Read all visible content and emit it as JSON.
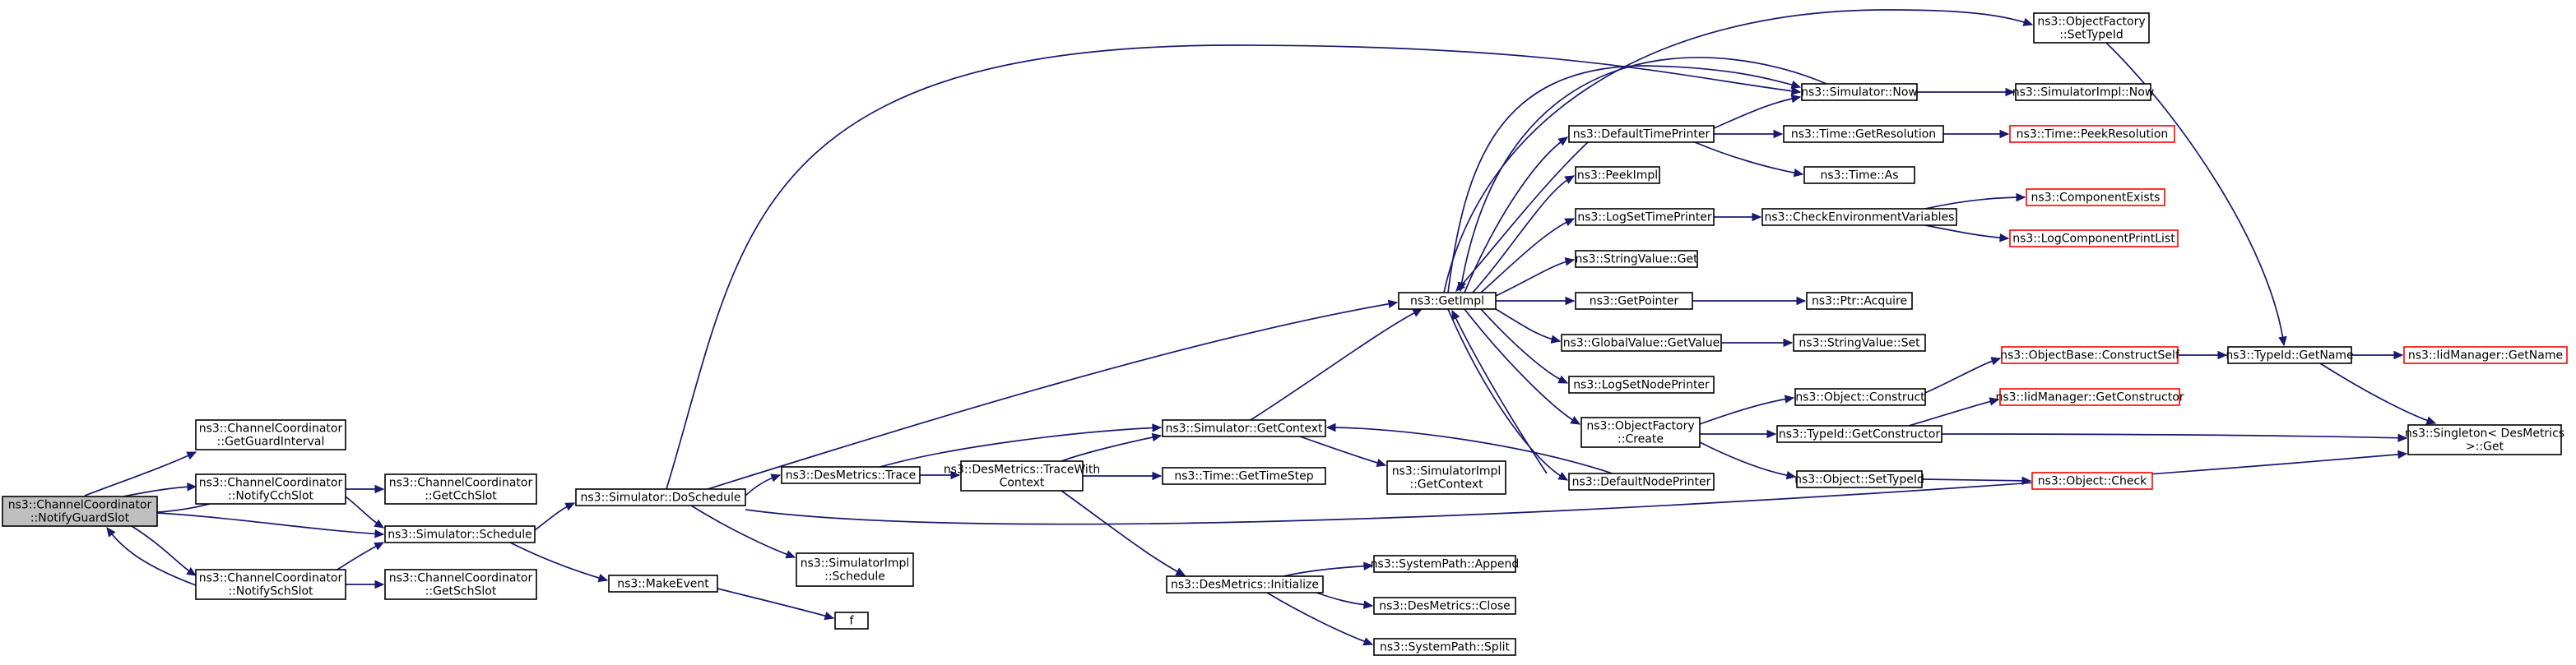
{
  "graph": {
    "edge_color": "#191970",
    "root_fill": "#bfbfbf",
    "truncated_border": "#ff0000",
    "nodes": [
      {
        "id": "root",
        "lines": [
          "ns3::ChannelCoordinator",
          "::NotifyGuardSlot"
        ],
        "style": "root"
      },
      {
        "id": "getguard",
        "lines": [
          "ns3::ChannelCoordinator",
          "::GetGuardInterval"
        ]
      },
      {
        "id": "notifycch",
        "lines": [
          "ns3::ChannelCoordinator",
          "::NotifyCchSlot"
        ]
      },
      {
        "id": "notifysch",
        "lines": [
          "ns3::ChannelCoordinator",
          "::NotifySchSlot"
        ]
      },
      {
        "id": "getcch",
        "lines": [
          "ns3::ChannelCoordinator",
          "::GetCchSlot"
        ]
      },
      {
        "id": "getsch",
        "lines": [
          "ns3::ChannelCoordinator",
          "::GetSchSlot"
        ]
      },
      {
        "id": "schedule",
        "lines": [
          "ns3::Simulator::Schedule"
        ]
      },
      {
        "id": "doschedule",
        "lines": [
          "ns3::Simulator::DoSchedule"
        ]
      },
      {
        "id": "makeevent",
        "lines": [
          "ns3::MakeEvent"
        ]
      },
      {
        "id": "f",
        "lines": [
          "f"
        ]
      },
      {
        "id": "desTrace",
        "lines": [
          "ns3::DesMetrics::Trace"
        ]
      },
      {
        "id": "implSchedule",
        "lines": [
          "ns3::SimulatorImpl",
          "::Schedule"
        ]
      },
      {
        "id": "traceWith",
        "lines": [
          "ns3::DesMetrics::TraceWith",
          "Context"
        ]
      },
      {
        "id": "getContext",
        "lines": [
          "ns3::Simulator::GetContext"
        ]
      },
      {
        "id": "timeStep",
        "lines": [
          "ns3::Time::GetTimeStep"
        ]
      },
      {
        "id": "implGetContext",
        "lines": [
          "ns3::SimulatorImpl",
          "::GetContext"
        ]
      },
      {
        "id": "desInit",
        "lines": [
          "ns3::DesMetrics::Initialize"
        ]
      },
      {
        "id": "append",
        "lines": [
          "ns3::SystemPath::Append"
        ]
      },
      {
        "id": "desClose",
        "lines": [
          "ns3::DesMetrics::Close"
        ]
      },
      {
        "id": "split",
        "lines": [
          "ns3::SystemPath::Split"
        ]
      },
      {
        "id": "getImpl",
        "lines": [
          "ns3::GetImpl"
        ]
      },
      {
        "id": "defTimePrinter",
        "lines": [
          "ns3::DefaultTimePrinter"
        ]
      },
      {
        "id": "peekImpl",
        "lines": [
          "ns3::PeekImpl"
        ]
      },
      {
        "id": "logSetTime",
        "lines": [
          "ns3::LogSetTimePrinter"
        ]
      },
      {
        "id": "strGet",
        "lines": [
          "ns3::StringValue::Get"
        ]
      },
      {
        "id": "getPointer",
        "lines": [
          "ns3::GetPointer"
        ]
      },
      {
        "id": "gvGet",
        "lines": [
          "ns3::GlobalValue::GetValue"
        ]
      },
      {
        "id": "logSetNode",
        "lines": [
          "ns3::LogSetNodePrinter"
        ]
      },
      {
        "id": "ofCreate",
        "lines": [
          "ns3::ObjectFactory",
          "::Create"
        ]
      },
      {
        "id": "defNodePrinter",
        "lines": [
          "ns3::DefaultNodePrinter"
        ]
      },
      {
        "id": "simNow",
        "lines": [
          "ns3::Simulator::Now"
        ]
      },
      {
        "id": "implNow",
        "lines": [
          "ns3::SimulatorImpl::Now"
        ]
      },
      {
        "id": "getRes",
        "lines": [
          "ns3::Time::GetResolution"
        ]
      },
      {
        "id": "peekRes",
        "lines": [
          "ns3::Time::PeekResolution"
        ],
        "style": "red"
      },
      {
        "id": "timeAs",
        "lines": [
          "ns3::Time::As"
        ]
      },
      {
        "id": "checkEnv",
        "lines": [
          "ns3::CheckEnvironmentVariables"
        ]
      },
      {
        "id": "compExists",
        "lines": [
          "ns3::ComponentExists"
        ],
        "style": "red"
      },
      {
        "id": "logCompList",
        "lines": [
          "ns3::LogComponentPrintList"
        ],
        "style": "red"
      },
      {
        "id": "ptrAcquire",
        "lines": [
          "ns3::Ptr::Acquire"
        ]
      },
      {
        "id": "strSet",
        "lines": [
          "ns3::StringValue::Set"
        ]
      },
      {
        "id": "objConstruct",
        "lines": [
          "ns3::Object::Construct"
        ]
      },
      {
        "id": "constructSelf",
        "lines": [
          "ns3::ObjectBase::ConstructSelf"
        ],
        "style": "red"
      },
      {
        "id": "getConstructor",
        "lines": [
          "ns3::TypeId::GetConstructor"
        ]
      },
      {
        "id": "iidGetConstructor",
        "lines": [
          "ns3::IidManager::GetConstructor"
        ],
        "style": "red"
      },
      {
        "id": "setTypeIdObj",
        "lines": [
          "ns3::Object::SetTypeId"
        ]
      },
      {
        "id": "objCheck",
        "lines": [
          "ns3::Object::Check"
        ],
        "style": "red"
      },
      {
        "id": "ofSetTypeId",
        "lines": [
          "ns3::ObjectFactory",
          "::SetTypeId"
        ]
      },
      {
        "id": "typeGetName",
        "lines": [
          "ns3::TypeId::GetName"
        ]
      },
      {
        "id": "iidGetName",
        "lines": [
          "ns3::IidManager::GetName"
        ],
        "style": "red"
      },
      {
        "id": "singleton",
        "lines": [
          "ns3::Singleton< DesMetrics",
          ">::Get"
        ]
      }
    ],
    "edges": [
      [
        "root",
        "getguard"
      ],
      [
        "root",
        "notifycch"
      ],
      [
        "root",
        "schedule"
      ],
      [
        "root",
        "notifysch"
      ],
      [
        "notifycch",
        "root"
      ],
      [
        "notifycch",
        "getcch"
      ],
      [
        "notifycch",
        "schedule"
      ],
      [
        "notifysch",
        "root"
      ],
      [
        "notifysch",
        "getsch"
      ],
      [
        "notifysch",
        "schedule"
      ],
      [
        "schedule",
        "doschedule"
      ],
      [
        "schedule",
        "makeevent"
      ],
      [
        "makeevent",
        "f"
      ],
      [
        "doschedule",
        "desTrace"
      ],
      [
        "doschedule",
        "implSchedule"
      ],
      [
        "doschedule",
        "getImpl"
      ],
      [
        "doschedule",
        "simNow"
      ],
      [
        "doschedule",
        "singleton"
      ],
      [
        "desTrace",
        "traceWith"
      ],
      [
        "desTrace",
        "getContext"
      ],
      [
        "traceWith",
        "getContext"
      ],
      [
        "traceWith",
        "timeStep"
      ],
      [
        "traceWith",
        "desInit"
      ],
      [
        "getContext",
        "getImpl"
      ],
      [
        "getContext",
        "implGetContext"
      ],
      [
        "desInit",
        "append"
      ],
      [
        "desInit",
        "desClose"
      ],
      [
        "desInit",
        "split"
      ],
      [
        "getImpl",
        "simNow"
      ],
      [
        "getImpl",
        "defTimePrinter"
      ],
      [
        "getImpl",
        "peekImpl"
      ],
      [
        "getImpl",
        "logSetTime"
      ],
      [
        "getImpl",
        "strGet"
      ],
      [
        "getImpl",
        "getPointer"
      ],
      [
        "getImpl",
        "gvGet"
      ],
      [
        "getImpl",
        "logSetNode"
      ],
      [
        "getImpl",
        "ofCreate"
      ],
      [
        "getImpl",
        "defNodePrinter"
      ],
      [
        "getImpl",
        "ofSetTypeId"
      ],
      [
        "defTimePrinter",
        "simNow"
      ],
      [
        "defTimePrinter",
        "getRes"
      ],
      [
        "defTimePrinter",
        "timeAs"
      ],
      [
        "defTimePrinter",
        "getImpl"
      ],
      [
        "simNow",
        "implNow"
      ],
      [
        "simNow",
        "getImpl"
      ],
      [
        "getRes",
        "peekRes"
      ],
      [
        "logSetTime",
        "checkEnv"
      ],
      [
        "checkEnv",
        "compExists"
      ],
      [
        "checkEnv",
        "logCompList"
      ],
      [
        "getPointer",
        "ptrAcquire"
      ],
      [
        "gvGet",
        "strSet"
      ],
      [
        "ofCreate",
        "objConstruct"
      ],
      [
        "ofCreate",
        "getConstructor"
      ],
      [
        "ofCreate",
        "setTypeIdObj"
      ],
      [
        "objConstruct",
        "constructSelf"
      ],
      [
        "getConstructor",
        "iidGetConstructor"
      ],
      [
        "getConstructor",
        "singleton"
      ],
      [
        "setTypeIdObj",
        "objCheck"
      ],
      [
        "defNodePrinter",
        "getImpl"
      ],
      [
        "defNodePrinter",
        "getContext"
      ],
      [
        "constructSelf",
        "typeGetName"
      ],
      [
        "ofSetTypeId",
        "typeGetName"
      ],
      [
        "typeGetName",
        "iidGetName"
      ],
      [
        "typeGetName",
        "singleton"
      ]
    ]
  }
}
